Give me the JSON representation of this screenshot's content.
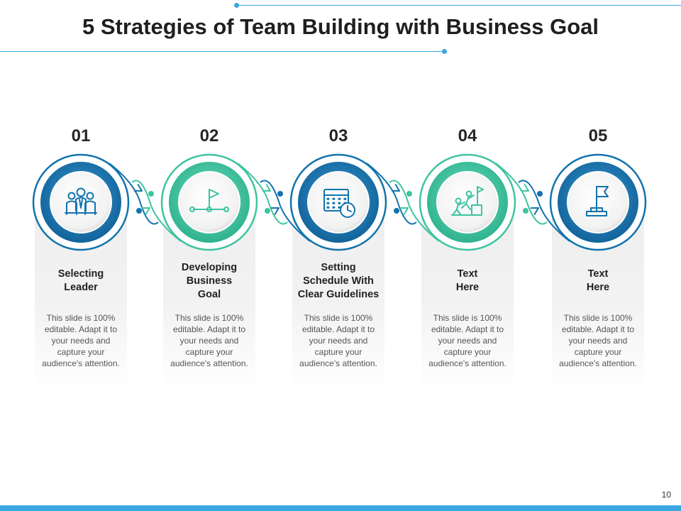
{
  "title": "5 Strategies of Team Building with Business Goal",
  "page_number": "10",
  "colors": {
    "blue": "#1273ad",
    "blue_light": "#2a8ec9",
    "teal": "#3ec4a0",
    "teal_light": "#5dd3b1",
    "bar": "#3ba7e0"
  },
  "steps": [
    {
      "number": "01",
      "title": [
        "Selecting",
        "Leader"
      ],
      "desc": [
        "This slide is 100%",
        "editable. Adapt it to",
        "your needs and",
        "capture your",
        "audience's attention."
      ],
      "icon": "team-leader-icon",
      "color": "blue"
    },
    {
      "number": "02",
      "title": [
        "Developing",
        "Business",
        "Goal"
      ],
      "desc": [
        "This slide is 100%",
        "editable. Adapt it to",
        "your needs and",
        "capture your",
        "audience's attention."
      ],
      "icon": "goal-path-flag-icon",
      "color": "teal"
    },
    {
      "number": "03",
      "title": [
        "Setting",
        "Schedule With",
        "Clear Guidelines"
      ],
      "desc": [
        "This slide is 100%",
        "editable. Adapt it to",
        "your needs and",
        "capture your",
        "audience's attention."
      ],
      "icon": "calendar-clock-icon",
      "color": "blue"
    },
    {
      "number": "04",
      "title": [
        "Text",
        "Here"
      ],
      "desc": [
        "This slide is 100%",
        "editable. Adapt it to",
        "your needs and",
        "capture your",
        "audience's attention."
      ],
      "icon": "climbing-team-icon",
      "color": "teal"
    },
    {
      "number": "05",
      "title": [
        "Text",
        "Here"
      ],
      "desc": [
        "This slide is 100%",
        "editable. Adapt it to",
        "your needs and",
        "capture your",
        "audience's attention."
      ],
      "icon": "goal-flag-icon",
      "color": "blue"
    }
  ]
}
